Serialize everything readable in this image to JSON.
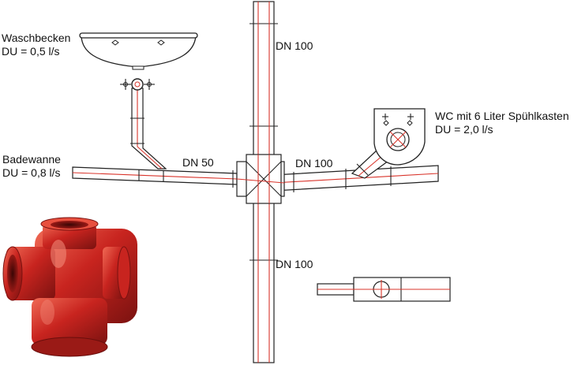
{
  "labels": {
    "washbasin_name": "Waschbecken",
    "washbasin_du": "DU = 0,5 l/s",
    "bathtub_name": "Badewanne",
    "bathtub_du": "DU = 0,8 l/s",
    "wc_name": "WC mit 6 Liter Spühlkasten",
    "wc_du": "DU = 2,0 l/s",
    "dn_top": "DN 100",
    "dn_left": "DN 50",
    "dn_right": "DN 100",
    "dn_bottom": "DN 100"
  },
  "colors": {
    "pipe_outline": "#222222",
    "pipe_axis": "#d9342b",
    "fitting_red": "#c8241f"
  }
}
